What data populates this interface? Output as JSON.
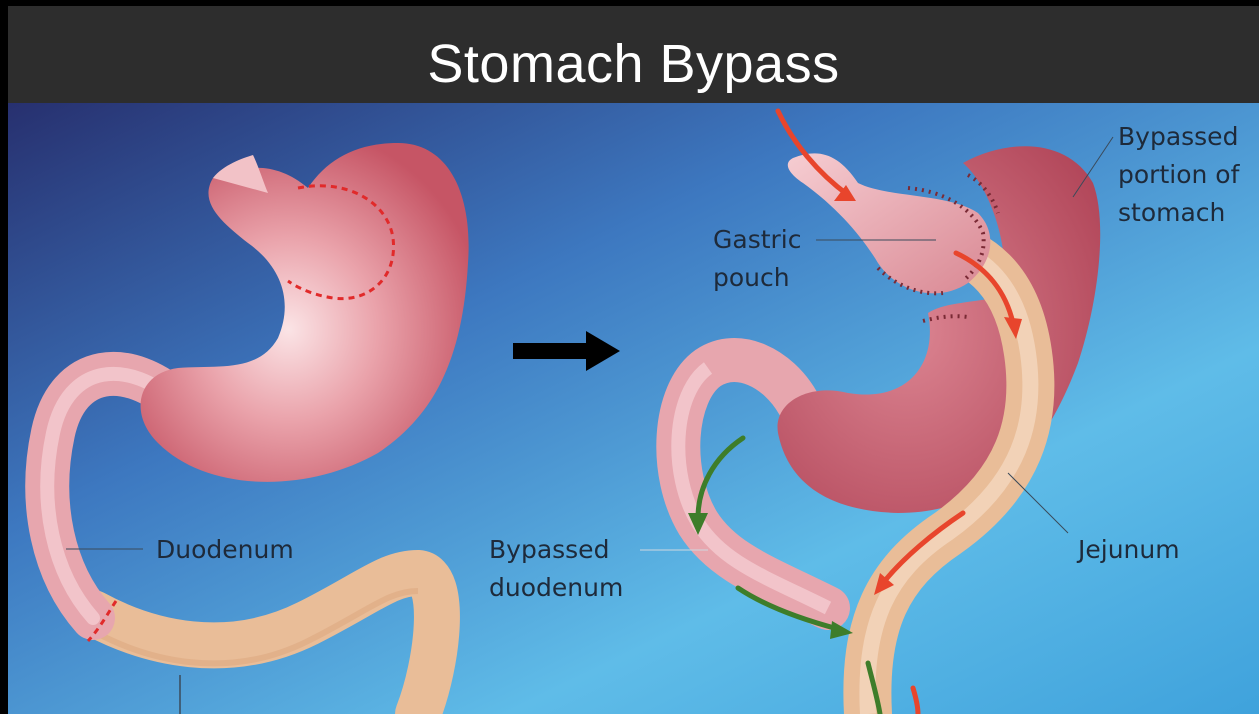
{
  "title": "Stomach Bypass",
  "labels": {
    "duodenum": "Duodenum",
    "gastric_pouch": [
      "Gastric",
      "pouch"
    ],
    "bypassed_stomach": [
      "Bypassed",
      "portion of",
      "stomach"
    ],
    "bypassed_duodenum": [
      "Bypassed",
      "duodenum"
    ],
    "jejunum": "Jejunum"
  },
  "colors": {
    "header_bg": "#2d2d2d",
    "stomach": "#d9727e",
    "intestine": "#e8b996",
    "arrow_red": "#e8452c",
    "arrow_green": "#3e7d2a"
  }
}
